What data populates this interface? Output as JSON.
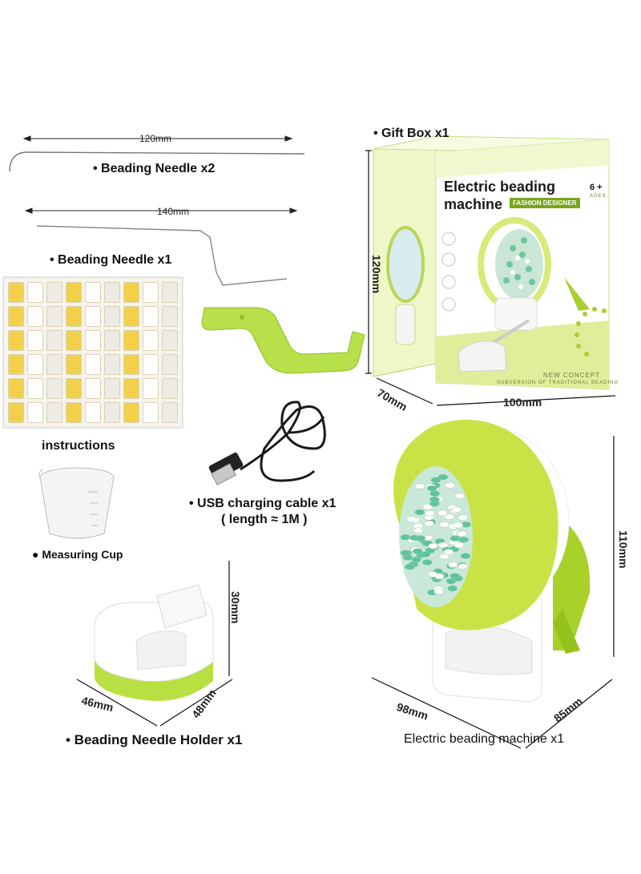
{
  "colors": {
    "accent_green": "#c7e04a",
    "dark_green": "#8fb020",
    "bead_green": "#5fc49a",
    "white": "#ffffff"
  },
  "needle1": {
    "dimension": "120mm",
    "label": "• Beading Needle x2"
  },
  "needle2": {
    "dimension": "140mm",
    "label": "• Beading Needle x1"
  },
  "gift_box": {
    "label": "• Gift Box x1",
    "title_line1": "Electric beading",
    "title_line2": "machine",
    "tag": "FASHION DESIGNER",
    "age": "6 +",
    "age_sub": "AGES",
    "footer1": "NEW CONCEPT",
    "footer2": "SUBVERSION OF TRADITIONAL BEADING",
    "height": "120mm",
    "depth": "70mm",
    "width": "100mm"
  },
  "instructions": {
    "label": "instructions"
  },
  "measuring_cup": {
    "label": "● Measuring Cup"
  },
  "usb_cable": {
    "label1": "• USB charging cable x1",
    "label2": "( length ≈ 1M )"
  },
  "holder": {
    "label": "• Beading Needle Holder x1",
    "height": "30mm",
    "width": "46mm",
    "depth": "48mm"
  },
  "machine": {
    "label": "Electric beading machine  x1",
    "height": "110mm",
    "width": "98mm",
    "depth": "85mm"
  }
}
